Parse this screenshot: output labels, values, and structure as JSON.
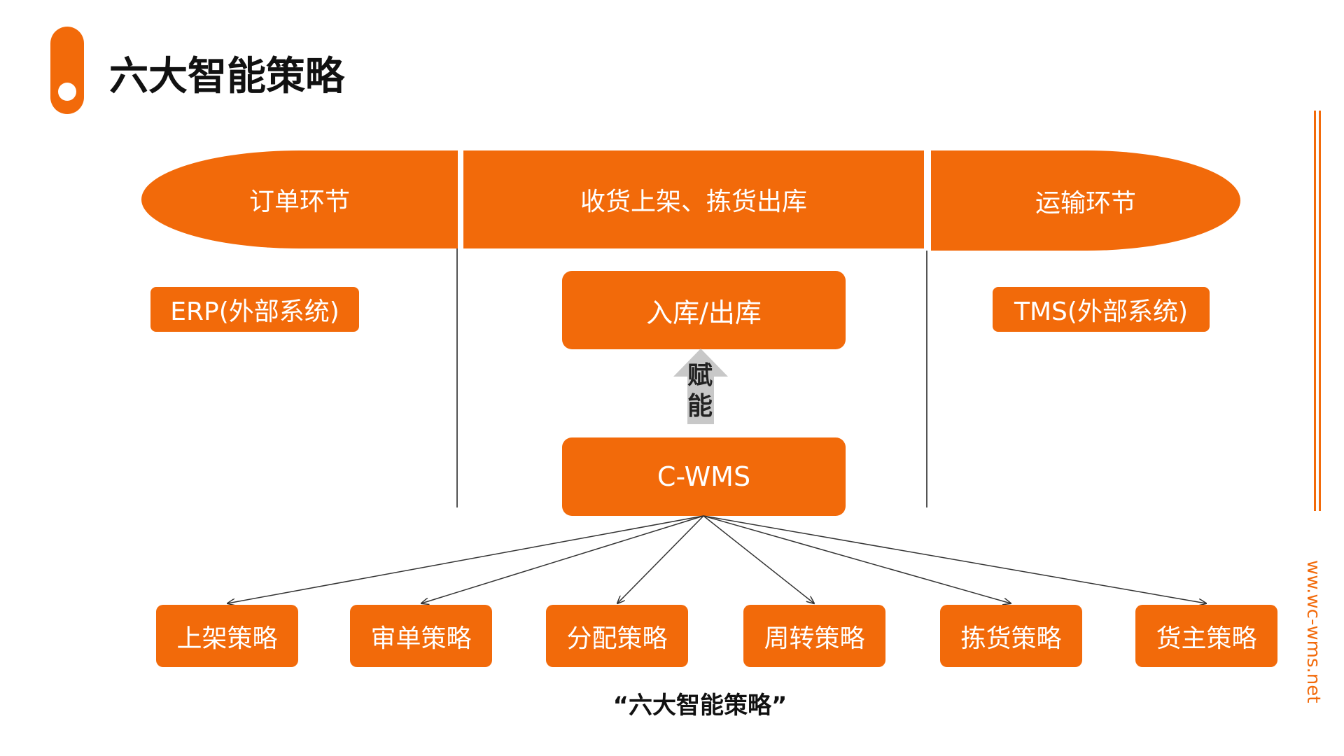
{
  "header": {
    "title": "六大智能策略"
  },
  "side": {
    "url": "ww.wc-wms.net"
  },
  "bands": {
    "order": "订单环节",
    "warehouse": "收货上架、拣货出库",
    "transport": "运输环节"
  },
  "external": {
    "erp": "ERP(外部系统)",
    "tms": "TMS(外部系统)"
  },
  "core": {
    "inout": "入库/出库",
    "empower": "赋能",
    "cwms": "C-WMS"
  },
  "strategies": [
    "上架策略",
    "审单策略",
    "分配策略",
    "周转策略",
    "拣货策略",
    "货主策略"
  ],
  "caption": "“六大智能策略”",
  "colors": {
    "accent": "#F26A0A",
    "arrow_gray": "#C8C8C8"
  }
}
